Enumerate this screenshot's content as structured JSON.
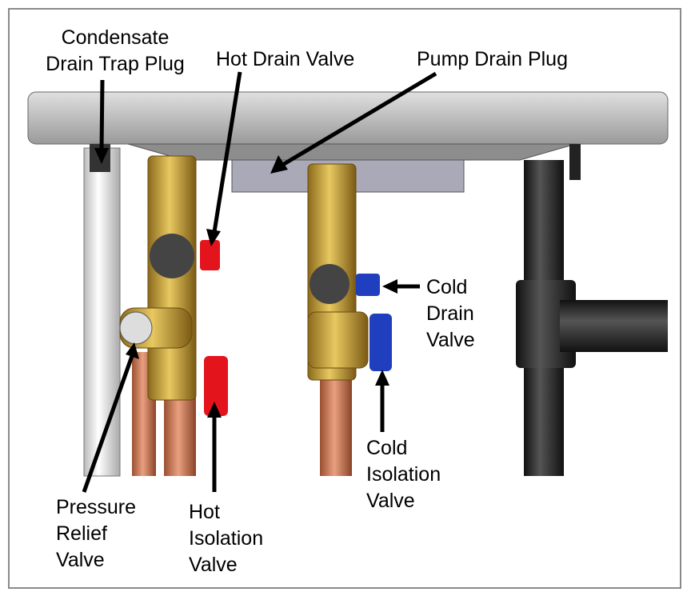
{
  "labels": {
    "condensate_drain_trap_plug": [
      "Condensate",
      "Drain Trap Plug"
    ],
    "hot_drain_valve": "Hot Drain Valve",
    "pump_drain_plug": "Pump Drain Plug",
    "cold_drain_valve": [
      "Cold",
      "Drain",
      "Valve"
    ],
    "cold_isolation_valve": [
      "Cold",
      "Isolation",
      "Valve"
    ],
    "pressure_relief_valve": [
      "Pressure",
      "Relief",
      "Valve"
    ],
    "hot_isolation_valve": [
      "Hot",
      "Isolation",
      "Valve"
    ]
  },
  "colors": {
    "hot_valve": "#e3141c",
    "cold_valve": "#1f3fbf",
    "brass": "#c9a23a",
    "copper": "#c97a55",
    "heater_body": "#c8c8c8",
    "drain_pipe": "#2b2b2b"
  }
}
